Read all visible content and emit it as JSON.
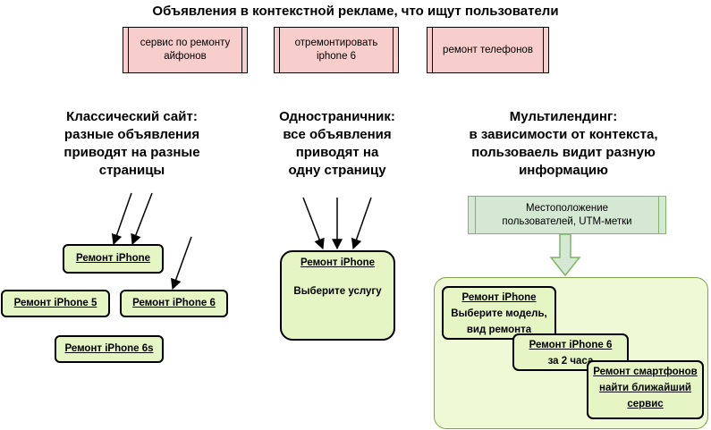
{
  "title": "Объявления в контекстной рекламе, что ищут пользователи",
  "ads": [
    "сервис по ремонту\nайфонов",
    "отремонтировать\niphone 6",
    "ремонт телефонов"
  ],
  "columns": {
    "classic_heading": "Классический сайт:\nразные объявления\nприводят на разные\nстраницы",
    "single_heading": "Одностраничник:\nвсе объявления\nприводят на\nодну страницу",
    "multi_heading": "Мультилендинг:\nв зависимости от контекста,\nпользоваель видит разную\nинформацию"
  },
  "classic_pages": [
    "Ремонт iPhone",
    "Ремонт iPhone 5",
    "Ремонт iPhone 6",
    "Ремонт iPhone 6s"
  ],
  "single_page": {
    "title": "Ремонт iPhone",
    "body": "Выберите услугу"
  },
  "location_box": "Местоположение\nпользователей, UTM-метки",
  "multi_cards": {
    "card1_title": "Ремонт iPhone",
    "card1_line1": "Выберите модель,",
    "card1_line2": "вид ремонта",
    "card2_title": "Ремонт iPhone 6",
    "card2_line1": "за 2 часа",
    "card3_title": "Ремонт смартфонов",
    "card3_line1": "найти ближайший",
    "card3_line2": "сервис"
  },
  "colors": {
    "ad_fill": "#f8cecc",
    "page_fill": "#e6f5c4",
    "location_fill": "#d5e8d4",
    "location_border": "#82b366",
    "multi_fill": "#f0f9d6"
  }
}
